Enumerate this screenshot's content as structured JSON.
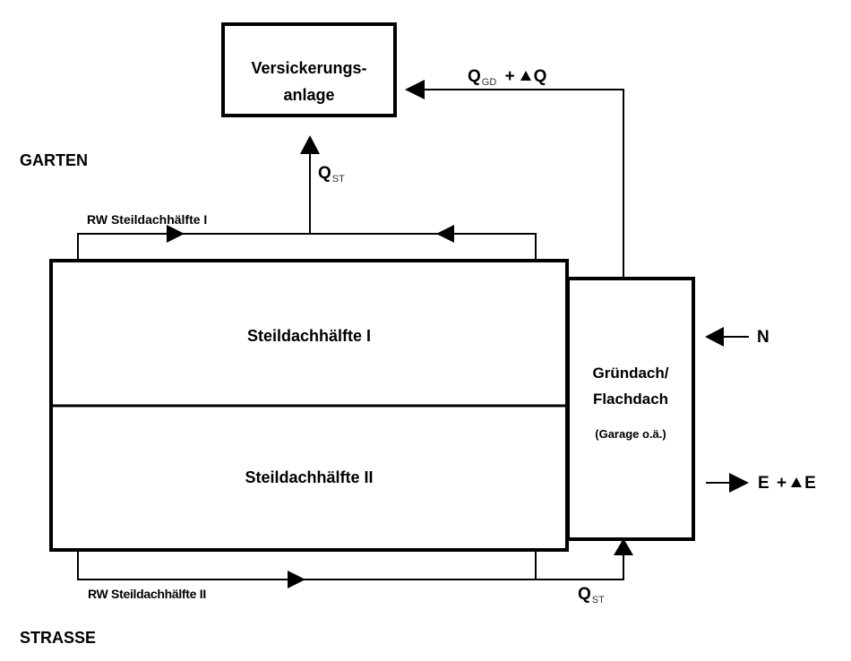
{
  "areas": {
    "garden": "GARTEN",
    "street": "STRASSE"
  },
  "boxes": {
    "infiltration": {
      "line1": "Versickerungs-",
      "line2": "anlage"
    },
    "roof_half_1": "Steildachhälfte I",
    "roof_half_2": "Steildachhälfte II",
    "green_roof": {
      "line1": "Gründach/",
      "line2": "Flachdach",
      "line3": "(Garage o.ä.)"
    }
  },
  "flows": {
    "rw_half_1": "RW Steildachhälfte I",
    "rw_half_2": "RW Steildachhälfte II",
    "q_st_top": {
      "symbol": "Q",
      "subscript": "ST"
    },
    "q_st_bottom": {
      "symbol": "Q",
      "subscript": "ST"
    },
    "q_gd": {
      "symbol": "Q",
      "subscript": "GD",
      "operator": "+",
      "delta_symbol": "Q"
    },
    "precipitation": "N",
    "evaporation": {
      "symbol": "E",
      "operator": "+",
      "delta_symbol": "E"
    }
  }
}
